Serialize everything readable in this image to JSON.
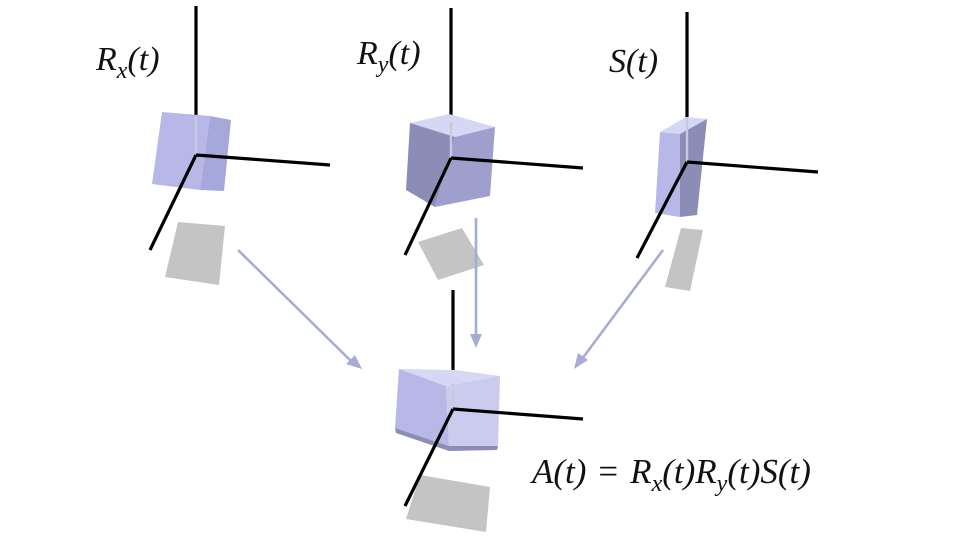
{
  "panels": [
    {
      "id": "rx",
      "label_base": "R",
      "label_sub": "x",
      "label_arg": "(t)"
    },
    {
      "id": "ry",
      "label_base": "R",
      "label_sub": "y",
      "label_arg": "(t)"
    },
    {
      "id": "s",
      "label_base": "S",
      "label_sub": "",
      "label_arg": "(t)"
    }
  ],
  "equation": {
    "lhs": "A(t)",
    "equals": "=",
    "r1": "R",
    "r1_sub": "x",
    "r1_arg": "(t)",
    "r2": "R",
    "r2_sub": "y",
    "r2_arg": "(t)",
    "s": "S(t)"
  },
  "colors": {
    "cube_front": "#b7b8e8",
    "cube_top": "#d6d7f4",
    "cube_side": "#8c8db6",
    "shadow": "#c4c4c4",
    "arrow": "#a7acd6",
    "axis": "#000000"
  }
}
